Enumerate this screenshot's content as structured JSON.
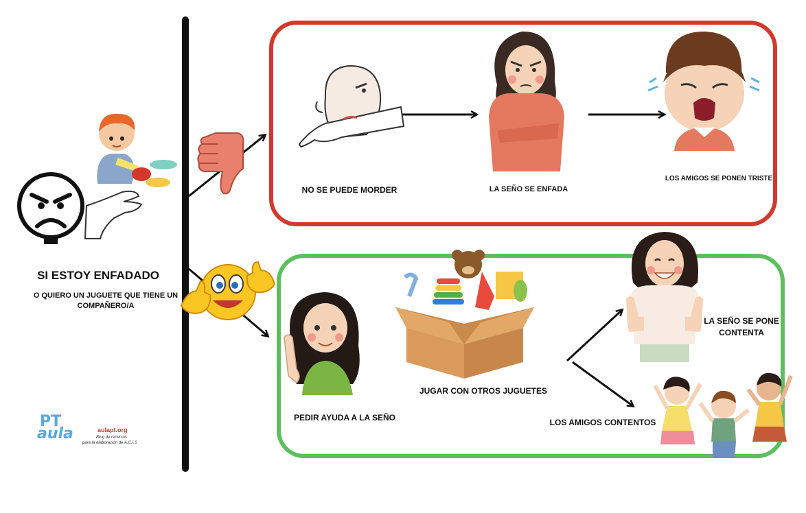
{
  "colors": {
    "negative_box": "#d4372c",
    "positive_box": "#5cbf5f",
    "divider": "#111111",
    "logo_blue": "#5aa9e0",
    "logo_green": "#7cb342",
    "logo_red": "#c0392b"
  },
  "situation": {
    "title": "SI ESTOY ENFADADO",
    "subtitle": "O QUIERO  UN JUGUETE QUE TIENE UN COMPAÑERO/A",
    "icons": [
      "angry-face-icon",
      "boy-playing-cars",
      "reaching-hand-icon"
    ]
  },
  "negative_path": {
    "icon": "thumbs-down-icon",
    "steps": [
      {
        "label": "NO SE PUEDE MORDER",
        "icon": "biting-arm-icon"
      },
      {
        "label": "LA SEÑO SE ENFADA",
        "icon": "angry-teacher-icon"
      },
      {
        "label": "LOS AMIGOS SE PONEN TRISTE",
        "icon": "crying-boy-icon"
      }
    ]
  },
  "positive_path": {
    "icon": "thumbs-up-emoji-icon",
    "steps": [
      {
        "label": "PEDIR AYUDA A LA SEÑO",
        "icon": "girl-raising-finger-icon"
      },
      {
        "label": "JUGAR CON OTROS JUGUETES",
        "icon": "toy-box-icon"
      },
      {
        "label": "LA SEÑO SE PONE CONTENTA",
        "icon": "happy-teacher-icon"
      },
      {
        "label": "LOS AMIGOS CONTENTOS",
        "icon": "happy-kids-icon"
      }
    ]
  },
  "logo": {
    "brand_top": "PT",
    "brand_bottom": "aula",
    "site": "aulapt.org",
    "tagline_1": "Blog de recursos",
    "tagline_2": "para la elaboración de A.C.I.S"
  }
}
